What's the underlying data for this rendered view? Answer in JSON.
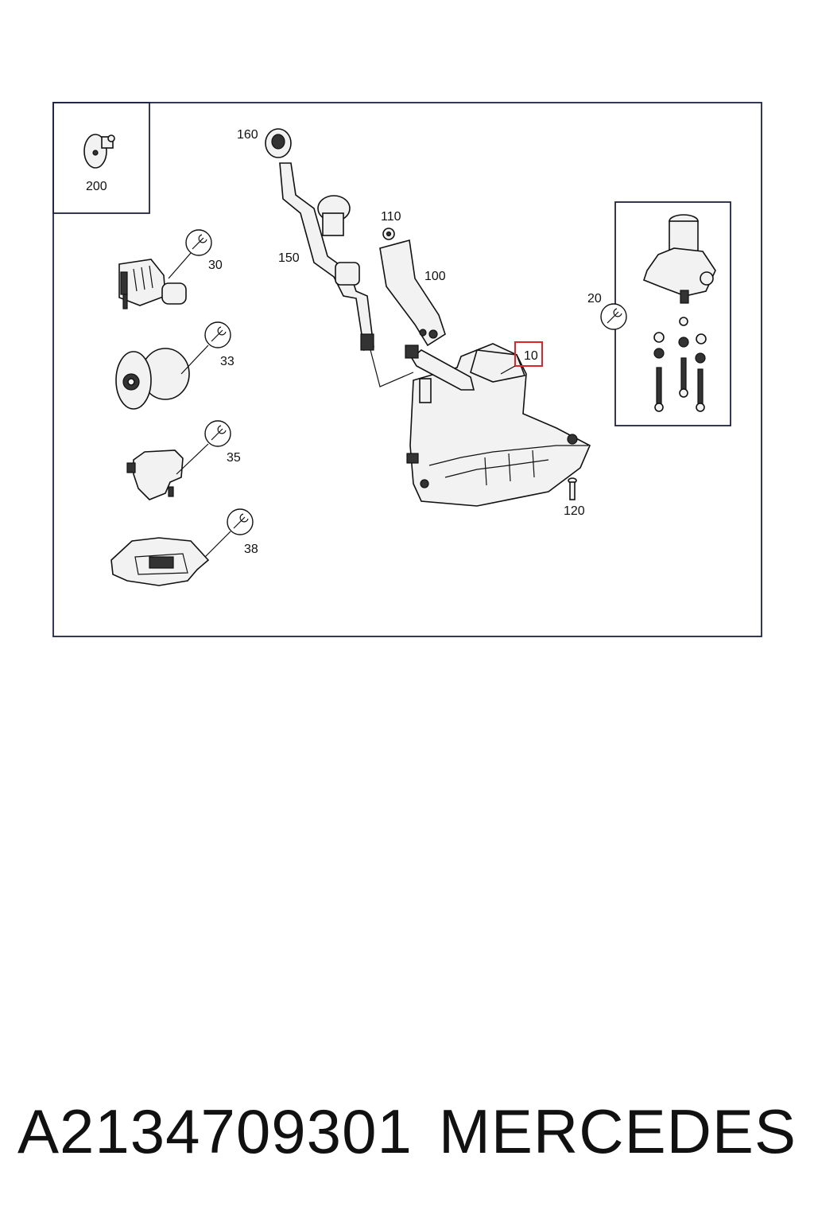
{
  "labels": {
    "p200": "200",
    "p160": "160",
    "p150": "150",
    "p110": "110",
    "p100": "100",
    "p10": "10",
    "p120": "120",
    "p20": "20",
    "p30": "30",
    "p33": "33",
    "p35": "35",
    "p38": "38"
  },
  "highlight_color": "#e0242b",
  "caption": {
    "part_number": "A2134709301",
    "brand": "MERCEDES"
  }
}
